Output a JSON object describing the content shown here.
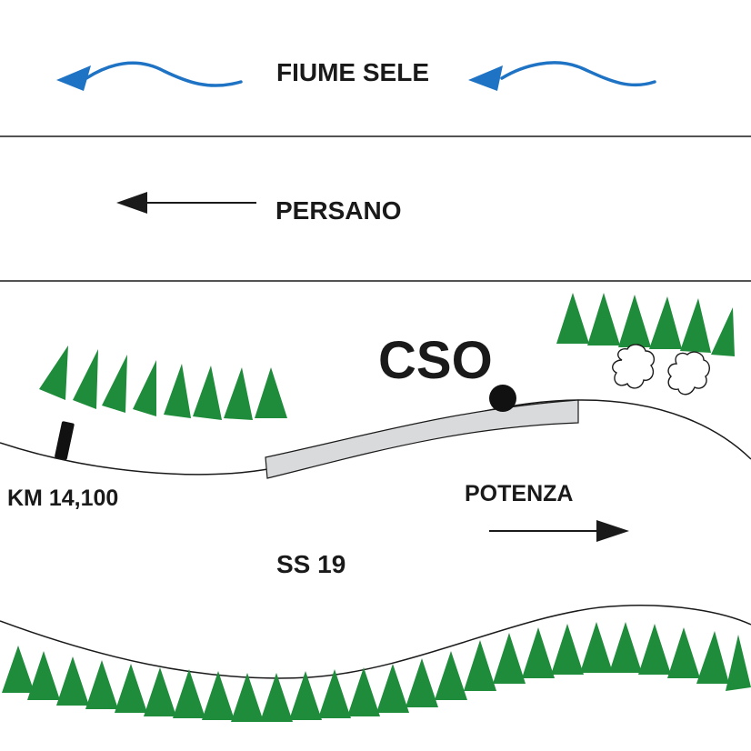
{
  "labels": {
    "river": "FIUME SELE",
    "west_destination": "PERSANO",
    "site_marker": "CSO",
    "kilometer": "KM 14,100",
    "east_destination": "POTENZA",
    "road": "SS 19"
  },
  "colors": {
    "river_arrow": "#1f73c4",
    "trees": "#1e8c3a",
    "highlighted_road_segment": "#d9dadb",
    "lines": "#1a1a1a"
  },
  "icons": {
    "river_flow": "blue-curved-arrow-left",
    "direction": "black-arrow",
    "trees": "green-triangle-tree",
    "bushes": "outlined-shrub",
    "site": "black-dot",
    "km_marker": "black-post"
  }
}
